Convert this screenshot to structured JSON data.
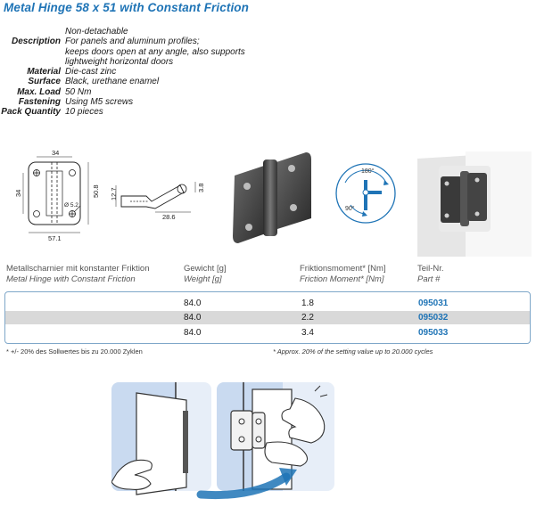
{
  "title": "Metal Hinge 58 x 51 with Constant Friction",
  "specs": [
    {
      "label": "",
      "value": "Non-detachable"
    },
    {
      "label": "Description",
      "value": "For panels and aluminum profiles;\nkeeps doors open at any angle, also supports\nlightweight horizontal doors"
    },
    {
      "label": "Material",
      "value": "Die-cast zinc"
    },
    {
      "label": "Surface",
      "value": "Black, urethane enamel"
    },
    {
      "label": "Max. Load",
      "value": "50 Nm"
    },
    {
      "label": "Fastening",
      "value": "Using M5 screws"
    },
    {
      "label": "Pack Quantity",
      "value": "10 pieces"
    }
  ],
  "drawing": {
    "dims": {
      "top": "34",
      "left": "34",
      "right": "50.8",
      "bottom": "57.1",
      "hole": "Ø 5.2",
      "side_h": "12.7",
      "side_w": "28.6",
      "side_t": "3.8"
    }
  },
  "rotation": {
    "angle_top": "180°",
    "angle_bottom": "90°"
  },
  "table": {
    "headers_de": [
      "Metallscharnier mit konstanter Friktion",
      "Gewicht [g]",
      "Friktionsmoment* [Nm]",
      "Teil-Nr."
    ],
    "headers_en": [
      "Metal Hinge with Constant Friction",
      "Weight [g]",
      "Friction Moment* [Nm]",
      "Part #"
    ],
    "rows": [
      {
        "weight": "84.0",
        "moment": "1.8",
        "part": "095031"
      },
      {
        "weight": "84.0",
        "moment": "2.2",
        "part": "095032"
      },
      {
        "weight": "84.0",
        "moment": "3.4",
        "part": "095033"
      }
    ]
  },
  "footnotes": {
    "de": "* +/- 20% des Sollwertes bis zu 20.000 Zyklen",
    "en": "* Approx. 20% of the setting value up to 20.000 cycles"
  },
  "colors": {
    "accent": "#1f74b6",
    "row_shade": "#d9d9d9",
    "panel": "#c9daf0"
  }
}
